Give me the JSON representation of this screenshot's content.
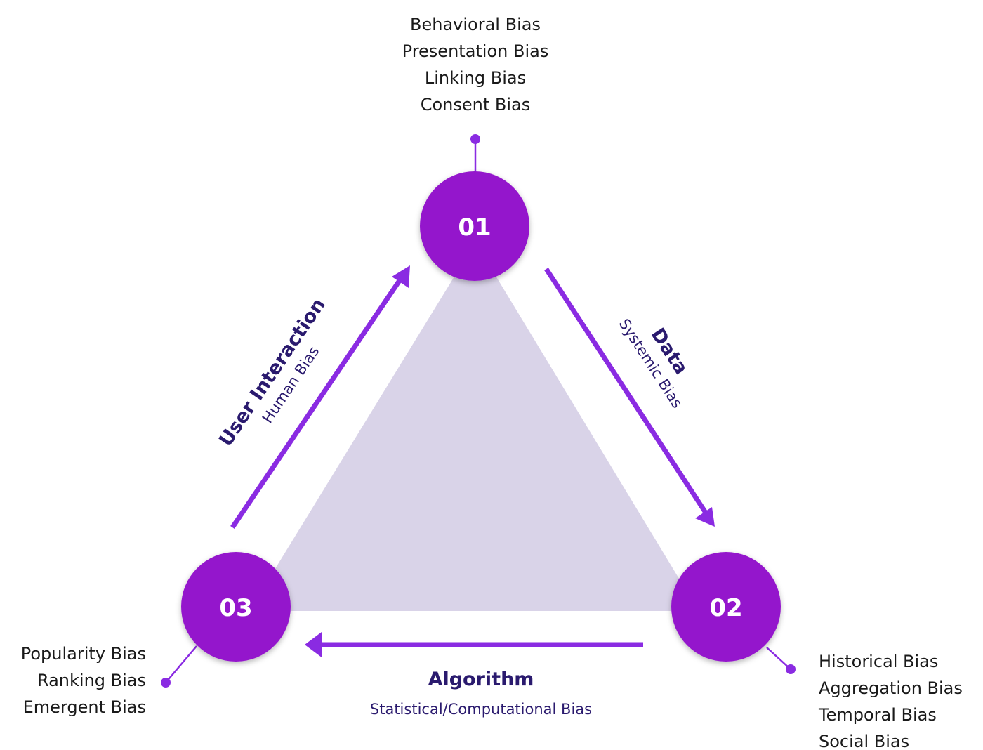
{
  "colors": {
    "node": "#9419cc",
    "arrow": "#8a2be2",
    "triangle": "#d9d3e8",
    "title_text": "#2a1a6e",
    "list_text": "#1a1a1a"
  },
  "nodes": {
    "n01": {
      "label": "01",
      "biases": [
        "Behavioral Bias",
        "Presentation Bias",
        "Linking Bias",
        "Consent Bias"
      ]
    },
    "n02": {
      "label": "02",
      "biases": [
        "Historical Bias",
        "Aggregation Bias",
        "Temporal Bias",
        "Social Bias"
      ]
    },
    "n03": {
      "label": "03",
      "biases": [
        "Popularity Bias",
        "Ranking Bias",
        "Emergent Bias"
      ]
    }
  },
  "edges": {
    "data": {
      "title": "Data",
      "subtitle": "Systemic Bias"
    },
    "algorithm": {
      "title": "Algorithm",
      "subtitle": "Statistical/Computational Bias"
    },
    "user_interaction": {
      "title": "User Interaction",
      "subtitle": "Human Bias"
    }
  }
}
